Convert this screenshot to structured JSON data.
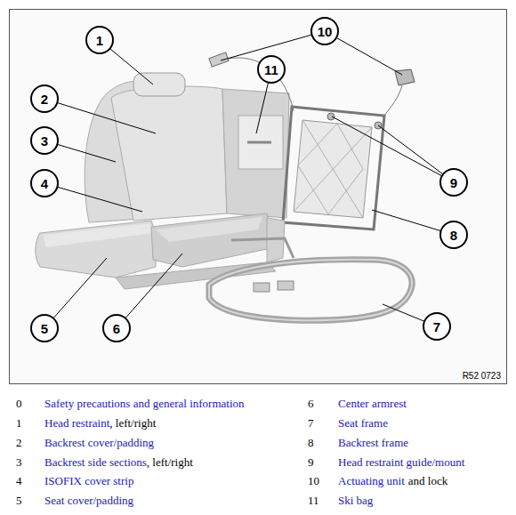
{
  "diagram": {
    "nodes": [
      {
        "text": [
          "R52 0723"
        ]
      },
      {
        "text": [
          "1"
        ],
        "in": 0
      },
      {
        "text": [
          "10"
        ],
        "in": 0
      },
      {
        "text": [
          "11"
        ],
        "in": 0
      },
      {
        "text": [
          "2"
        ],
        "in": 0
      },
      {
        "text": [
          "3"
        ],
        "in": 0
      },
      {
        "text": [
          "9"
        ],
        "in": 0
      },
      {
        "text": [
          "4"
        ],
        "in": 0
      },
      {
        "text": [
          "8"
        ],
        "in": 0
      },
      {
        "text": [
          "7"
        ],
        "in": 0
      },
      {
        "text": [
          "5"
        ],
        "in": 0
      },
      {
        "text": [
          "6"
        ],
        "in": 0
      }
    ],
    "labels": [
      "0",
      "Safety precautions and general information",
      "1",
      "Head restraint",
      ", left/right",
      "2",
      "Backrest cover/padding",
      "3",
      "Backrest side sections",
      ", left/right",
      "4",
      "ISOFIX cover strip",
      "5",
      "Seat cover/padding",
      "6",
      "Center armrest",
      "7",
      "Seat frame",
      "8",
      "Backrest frame",
      "9",
      "Head restraint guide/mount",
      "10",
      "Actuating unit",
      "and lock",
      "11",
      "Ski bag"
    ]
  }
}
